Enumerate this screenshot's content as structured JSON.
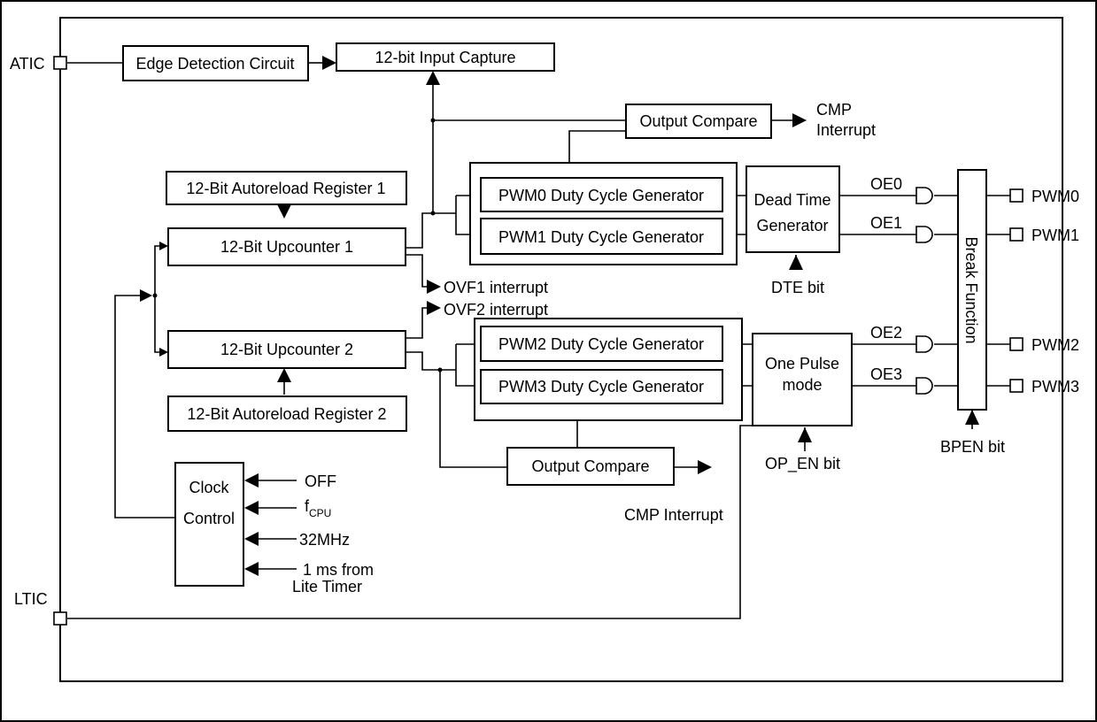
{
  "pins": {
    "atic": "ATIC",
    "ltic": "LTIC",
    "pwm0": "PWM0",
    "pwm1": "PWM1",
    "pwm2": "PWM2",
    "pwm3": "PWM3"
  },
  "blocks": {
    "edge_detection": "Edge Detection Circuit",
    "input_capture": "12-bit Input Capture",
    "output_compare_top": "Output Compare",
    "output_compare_bottom": "Output Compare",
    "autoreload_1": "12-Bit Autoreload Register 1",
    "autoreload_2": "12-Bit Autoreload Register 2",
    "upcounter_1": "12-Bit Upcounter 1",
    "upcounter_2": "12-Bit Upcounter 2",
    "pwm0_gen": "PWM0 Duty Cycle Generator",
    "pwm1_gen": "PWM1 Duty Cycle Generator",
    "pwm2_gen": "PWM2 Duty Cycle Generator",
    "pwm3_gen": "PWM3 Duty Cycle Generator",
    "dead_time_line1": "Dead Time",
    "dead_time_line2": "Generator",
    "one_pulse_line1": "One Pulse",
    "one_pulse_line2": "mode",
    "clock_line1": "Clock",
    "clock_line2": "Control",
    "break_function": "Break Function"
  },
  "signals": {
    "cmp_interrupt_top_line1": "CMP",
    "cmp_interrupt_top_line2": "Interrupt",
    "cmp_interrupt_bottom": "CMP Interrupt",
    "ovf1": "OVF1 interrupt",
    "ovf2": "OVF2 interrupt",
    "dte_bit": "DTE bit",
    "op_en_bit": "OP_EN bit",
    "bpen_bit": "BPEN bit",
    "oe0": "OE0",
    "oe1": "OE1",
    "oe2": "OE2",
    "oe3": "OE3",
    "clk_off": "OFF",
    "clk_fcpu_main": "f",
    "clk_fcpu_sub": "CPU",
    "clk_32mhz": "32MHz",
    "clk_1ms_line1": "1 ms from",
    "clk_1ms_line2": "Lite Timer"
  }
}
